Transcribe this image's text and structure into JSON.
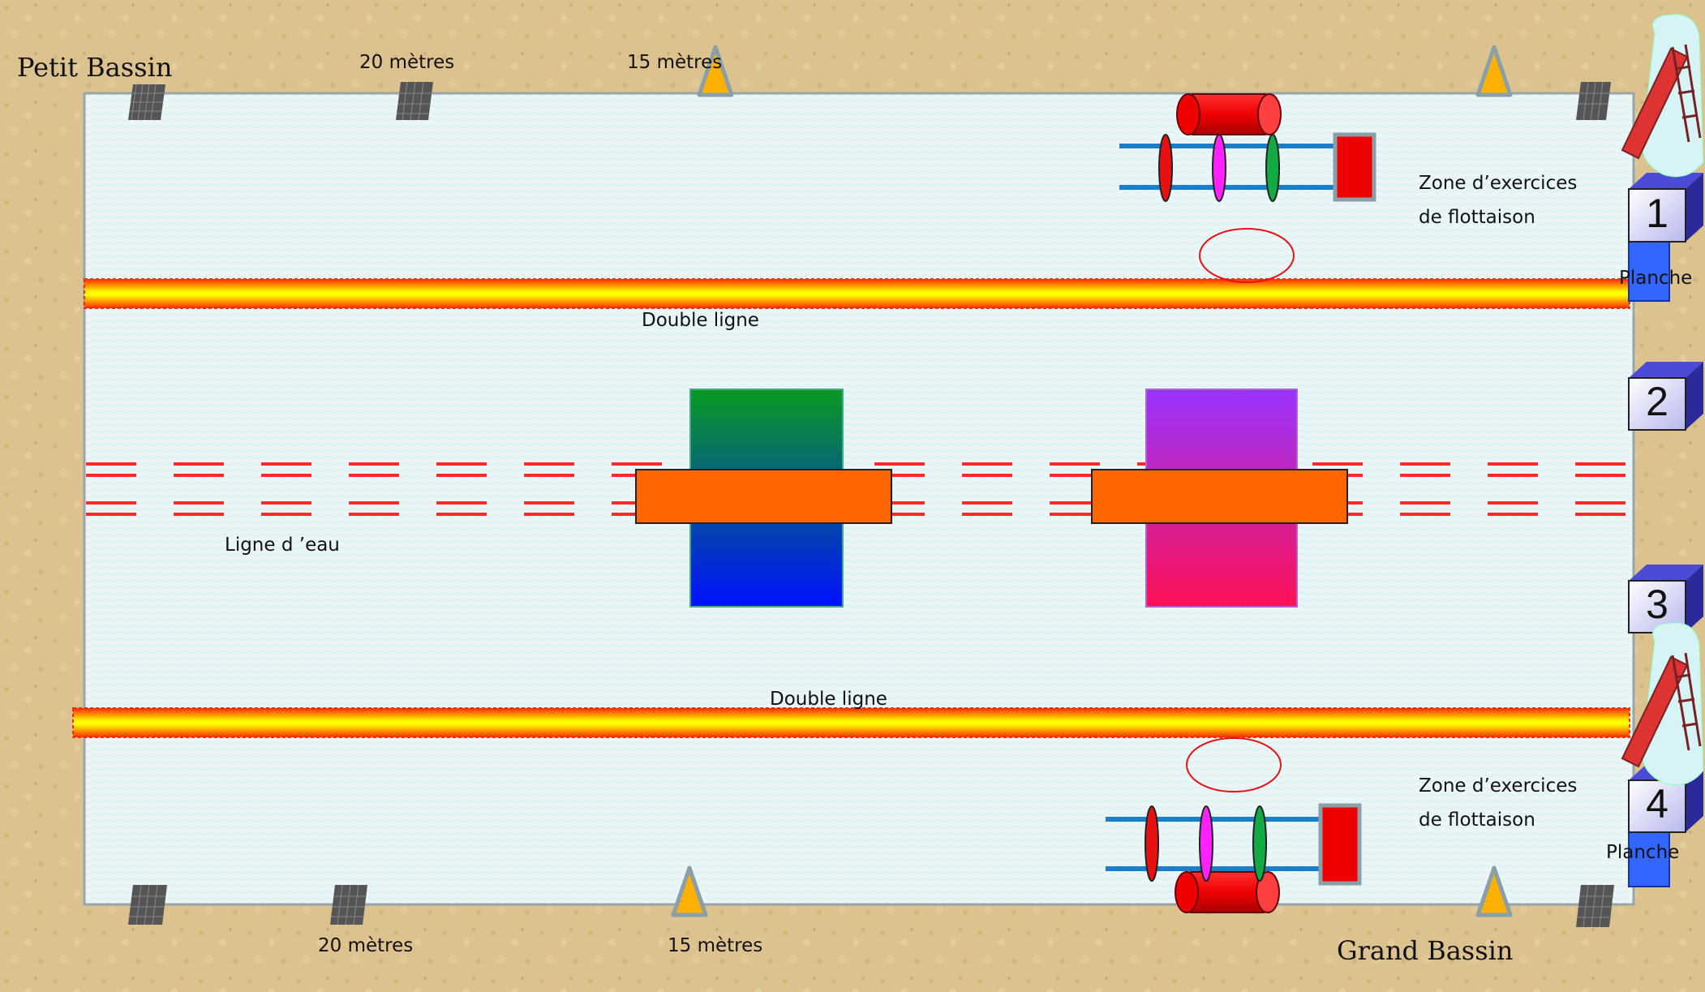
{
  "labels": {
    "petit_bassin": "Petit Bassin",
    "grand_bassin": "Grand Bassin",
    "top_20m": "20 mètres",
    "top_15m": "15 mètres",
    "bottom_20m": "20 mètres",
    "bottom_15m": "15 mètres",
    "double_ligne_top": "Double ligne",
    "double_ligne_bottom": "Double ligne",
    "ligne_eau": "Ligne d ’eau",
    "zone_top_line1": "Zone d’exercices",
    "zone_top_line2": "de flottaison",
    "zone_bottom_line1": "Zone d’exercices",
    "zone_bottom_line2": "de flottaison",
    "planche_top": "Planche",
    "planche_bottom": "Planche"
  },
  "starting_blocks": [
    "1",
    "2",
    "3",
    "4"
  ],
  "colors": {
    "pool": "#eaf6f8",
    "lane_rope_red": "#ff2a2a",
    "rope_yellow": "#ffff00",
    "block_blue": "#3333cc",
    "obstacle_orange": "#ff6600",
    "red_hoop": "#e81111",
    "magenta_hoop": "#ff22ff",
    "green_hoop": "#11aa44",
    "marker_orange": "#ffb000"
  },
  "icons": [
    "grid-marker-icon",
    "cone-icon",
    "slide-icon",
    "float-cylinder-icon",
    "hoop-icon"
  ]
}
